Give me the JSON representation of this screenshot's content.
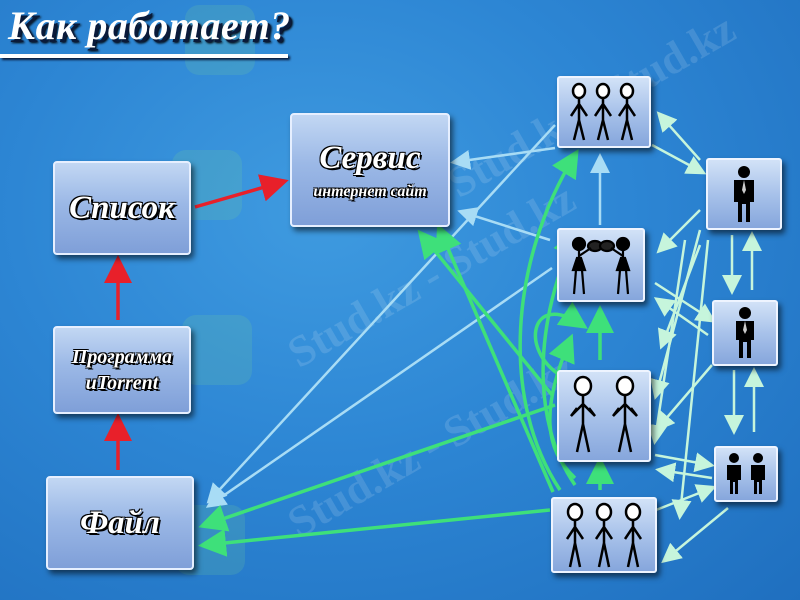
{
  "title": "Как работает?",
  "watermark": "Stud.kz - Stud.kz",
  "boxes": {
    "service": {
      "label": "Сервис",
      "sublabel": "интернет сайт"
    },
    "list": {
      "label": "Список"
    },
    "program": {
      "line1": "Программа",
      "line2": "uTorrent"
    },
    "file": {
      "label": "Файл"
    }
  },
  "peer_nodes": [
    {
      "name": "peer-group-three",
      "people": 3
    },
    {
      "name": "peer-pair-cheer",
      "people": 2
    },
    {
      "name": "peer-pair",
      "people": 2
    },
    {
      "name": "peer-group-bottom",
      "people": 3
    },
    {
      "name": "peer-single-top",
      "people": 1
    },
    {
      "name": "peer-single-mid",
      "people": 1
    },
    {
      "name": "peer-duo-small",
      "people": 2
    }
  ],
  "colors": {
    "background": "#2d86d4",
    "red_arrow": "#e8202a",
    "green_arrow": "#3ee07a",
    "light_arrow": "#bdf2d6",
    "blue_arrow": "#9fd7f3"
  }
}
